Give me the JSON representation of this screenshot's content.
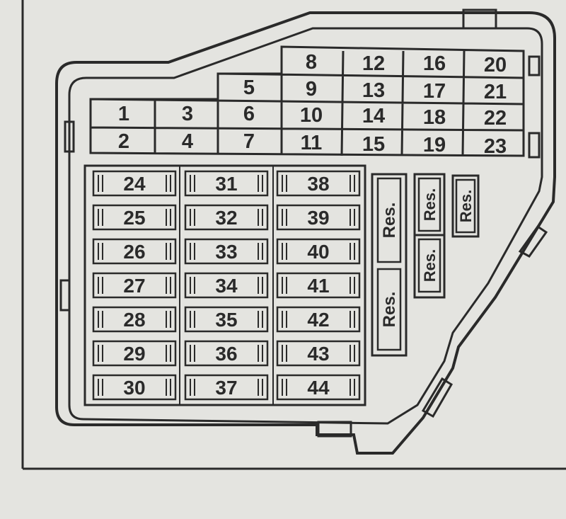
{
  "diagram": {
    "upper_fuses": [
      "1",
      "2",
      "3",
      "4",
      "5",
      "6",
      "7",
      "8",
      "9",
      "10",
      "11",
      "12",
      "13",
      "14",
      "15",
      "16",
      "17",
      "18",
      "19",
      "20",
      "21",
      "22",
      "23"
    ],
    "lower_fuses": [
      "24",
      "25",
      "26",
      "27",
      "28",
      "29",
      "30",
      "31",
      "32",
      "33",
      "34",
      "35",
      "36",
      "37",
      "38",
      "39",
      "40",
      "41",
      "42",
      "43",
      "44"
    ],
    "reserve_label": "Res.",
    "colors": {
      "ink": "#2a2a2a",
      "paper": "#e4e4e0"
    }
  }
}
